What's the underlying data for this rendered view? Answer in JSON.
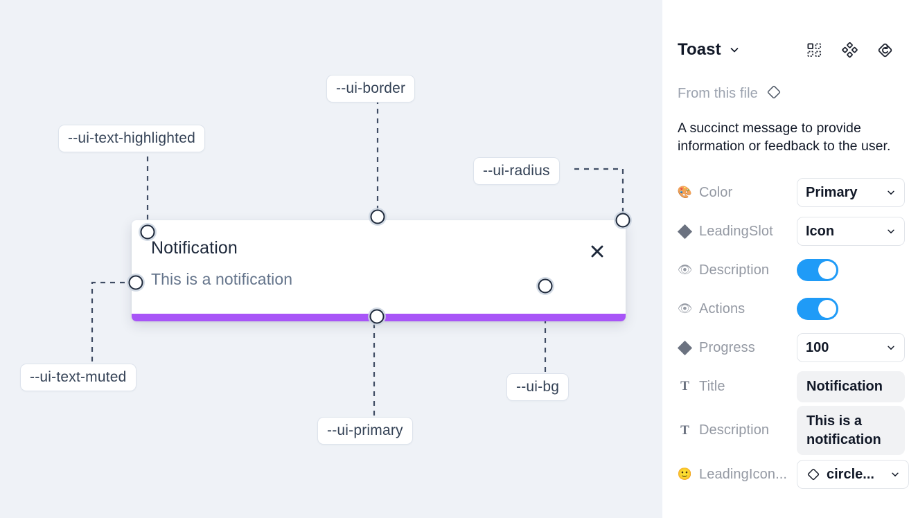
{
  "canvas": {
    "background_color": "#eff2f7",
    "toast": {
      "title": "Notification",
      "description": "This is a notification",
      "close_icon": "close-x-icon",
      "progress_color": "#a855f7",
      "background_color": "#ffffff"
    },
    "annotations": [
      {
        "id": "ui-text-highlighted",
        "label": "--ui-text-highlighted"
      },
      {
        "id": "ui-border",
        "label": "--ui-border"
      },
      {
        "id": "ui-radius",
        "label": "--ui-radius"
      },
      {
        "id": "ui-text-muted",
        "label": "--ui-text-muted"
      },
      {
        "id": "ui-primary",
        "label": "--ui-primary"
      },
      {
        "id": "ui-bg",
        "label": "--ui-bg"
      }
    ]
  },
  "panel": {
    "title": "Toast",
    "title_caret_icon": "chevron-down-icon",
    "header_icons": [
      {
        "name": "component-set-icon"
      },
      {
        "name": "variants-cluster-icon"
      },
      {
        "name": "reset-instance-icon"
      }
    ],
    "from_file": {
      "label": "From this file",
      "icon": "diamond-component-icon"
    },
    "description": "A succinct message to provide information or feedback to the user.",
    "properties": [
      {
        "icon": "palette-emoji",
        "icon_glyph": "🎨",
        "label": "Color",
        "control": "select",
        "value": "Primary"
      },
      {
        "icon": "diamond-icon",
        "icon_glyph": "",
        "label": "LeadingSlot",
        "control": "select",
        "value": "Icon"
      },
      {
        "icon": "eye-emoji",
        "icon_glyph": "👁",
        "label": "Description",
        "control": "toggle",
        "value": "on"
      },
      {
        "icon": "eye-emoji",
        "icon_glyph": "👁",
        "label": "Actions",
        "control": "toggle",
        "value": "on"
      },
      {
        "icon": "diamond-icon",
        "icon_glyph": "",
        "label": "Progress",
        "control": "select",
        "value": "100"
      },
      {
        "icon": "text-glyph",
        "icon_glyph": "T",
        "label": "Title",
        "control": "text",
        "value": "Notification"
      },
      {
        "icon": "text-glyph",
        "icon_glyph": "T",
        "label": "Description",
        "control": "text",
        "value": "This is a notification"
      },
      {
        "icon": "smiley-emoji",
        "icon_glyph": "🙂",
        "label": "LeadingIcon...",
        "control": "select-icon",
        "value": "circle..."
      }
    ],
    "toggle_on_color": "#1f9bf7"
  }
}
